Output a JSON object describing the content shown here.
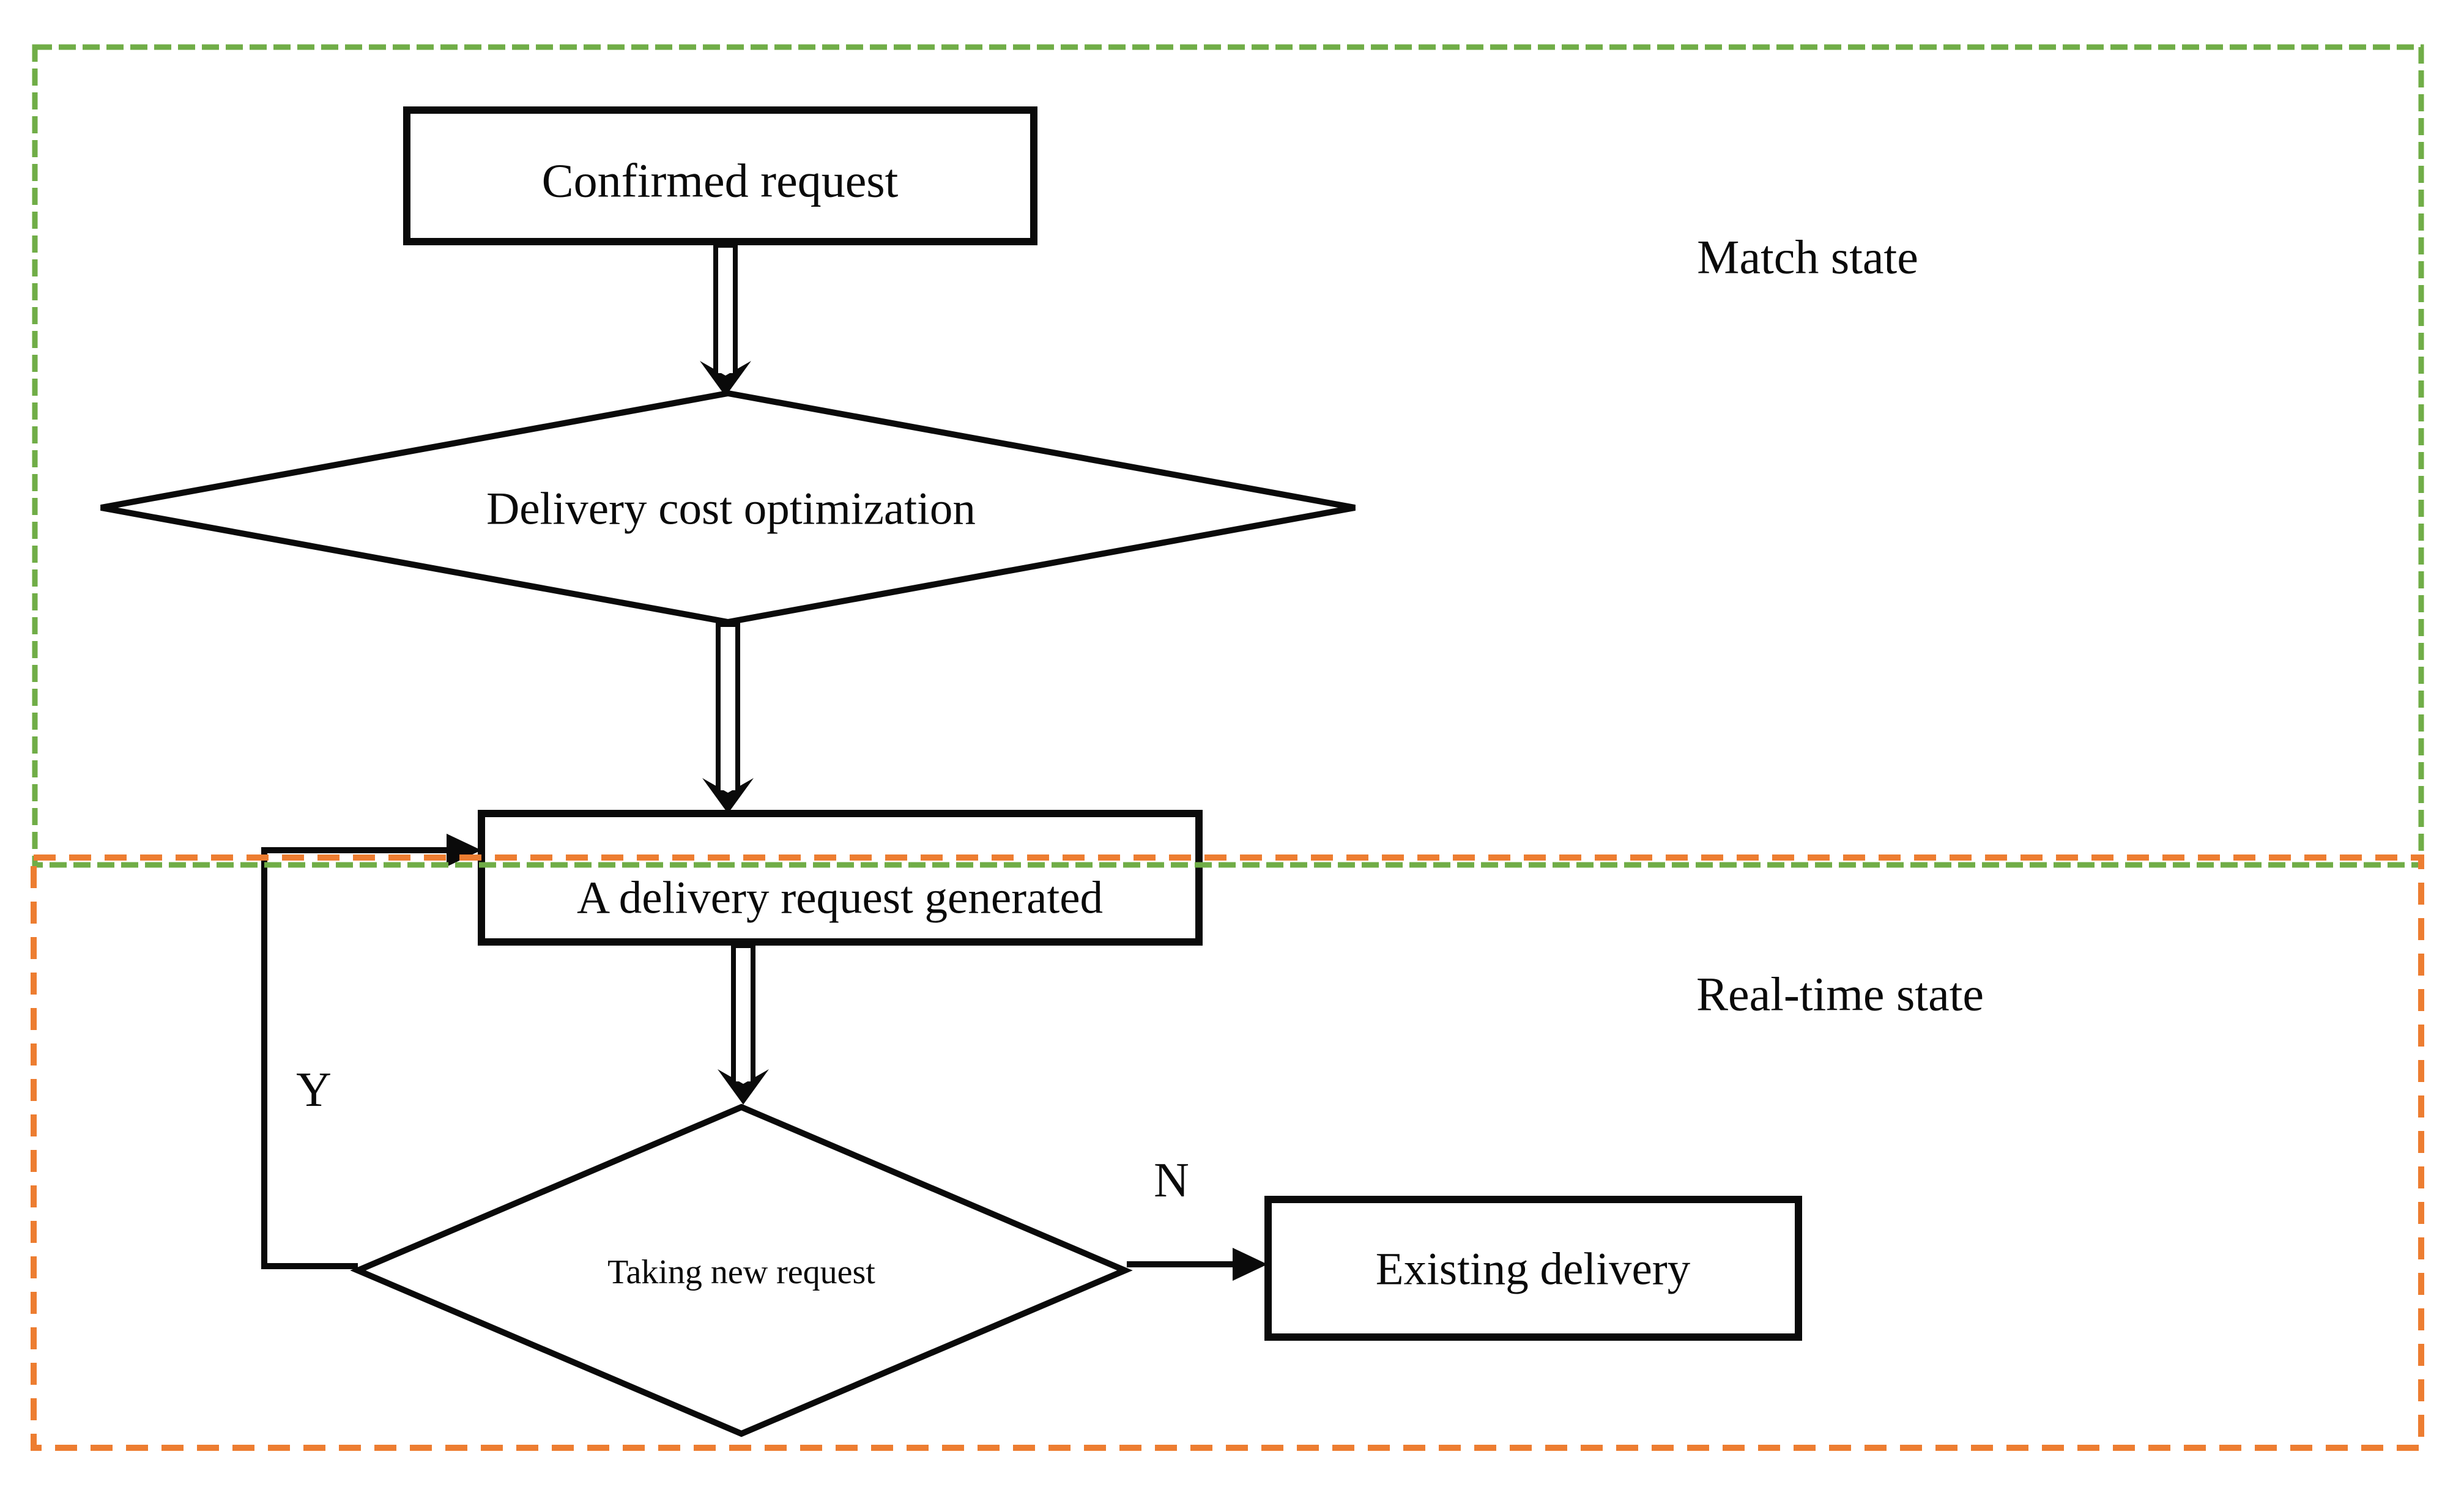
{
  "regions": {
    "match_state": {
      "label": "Match state",
      "border_color": "#70AD47"
    },
    "real_time_state": {
      "label": "Real-time state",
      "border_color": "#ED7D31"
    }
  },
  "nodes": {
    "confirmed_request": {
      "label": "Confirmed request",
      "type": "process"
    },
    "delivery_cost_optimization": {
      "label": "Delivery cost optimization",
      "type": "decision"
    },
    "delivery_request_generated": {
      "label": "A delivery request generated",
      "type": "process"
    },
    "taking_new_request": {
      "label": "Taking new request",
      "type": "decision"
    },
    "existing_delivery": {
      "label": "Existing delivery",
      "type": "process"
    }
  },
  "edges": {
    "yes_label": "Y",
    "no_label": "N"
  },
  "colors": {
    "background": "#FFFFFF",
    "shape_stroke": "#000000",
    "match_border": "#70AD47",
    "realtime_border": "#ED7D31"
  }
}
